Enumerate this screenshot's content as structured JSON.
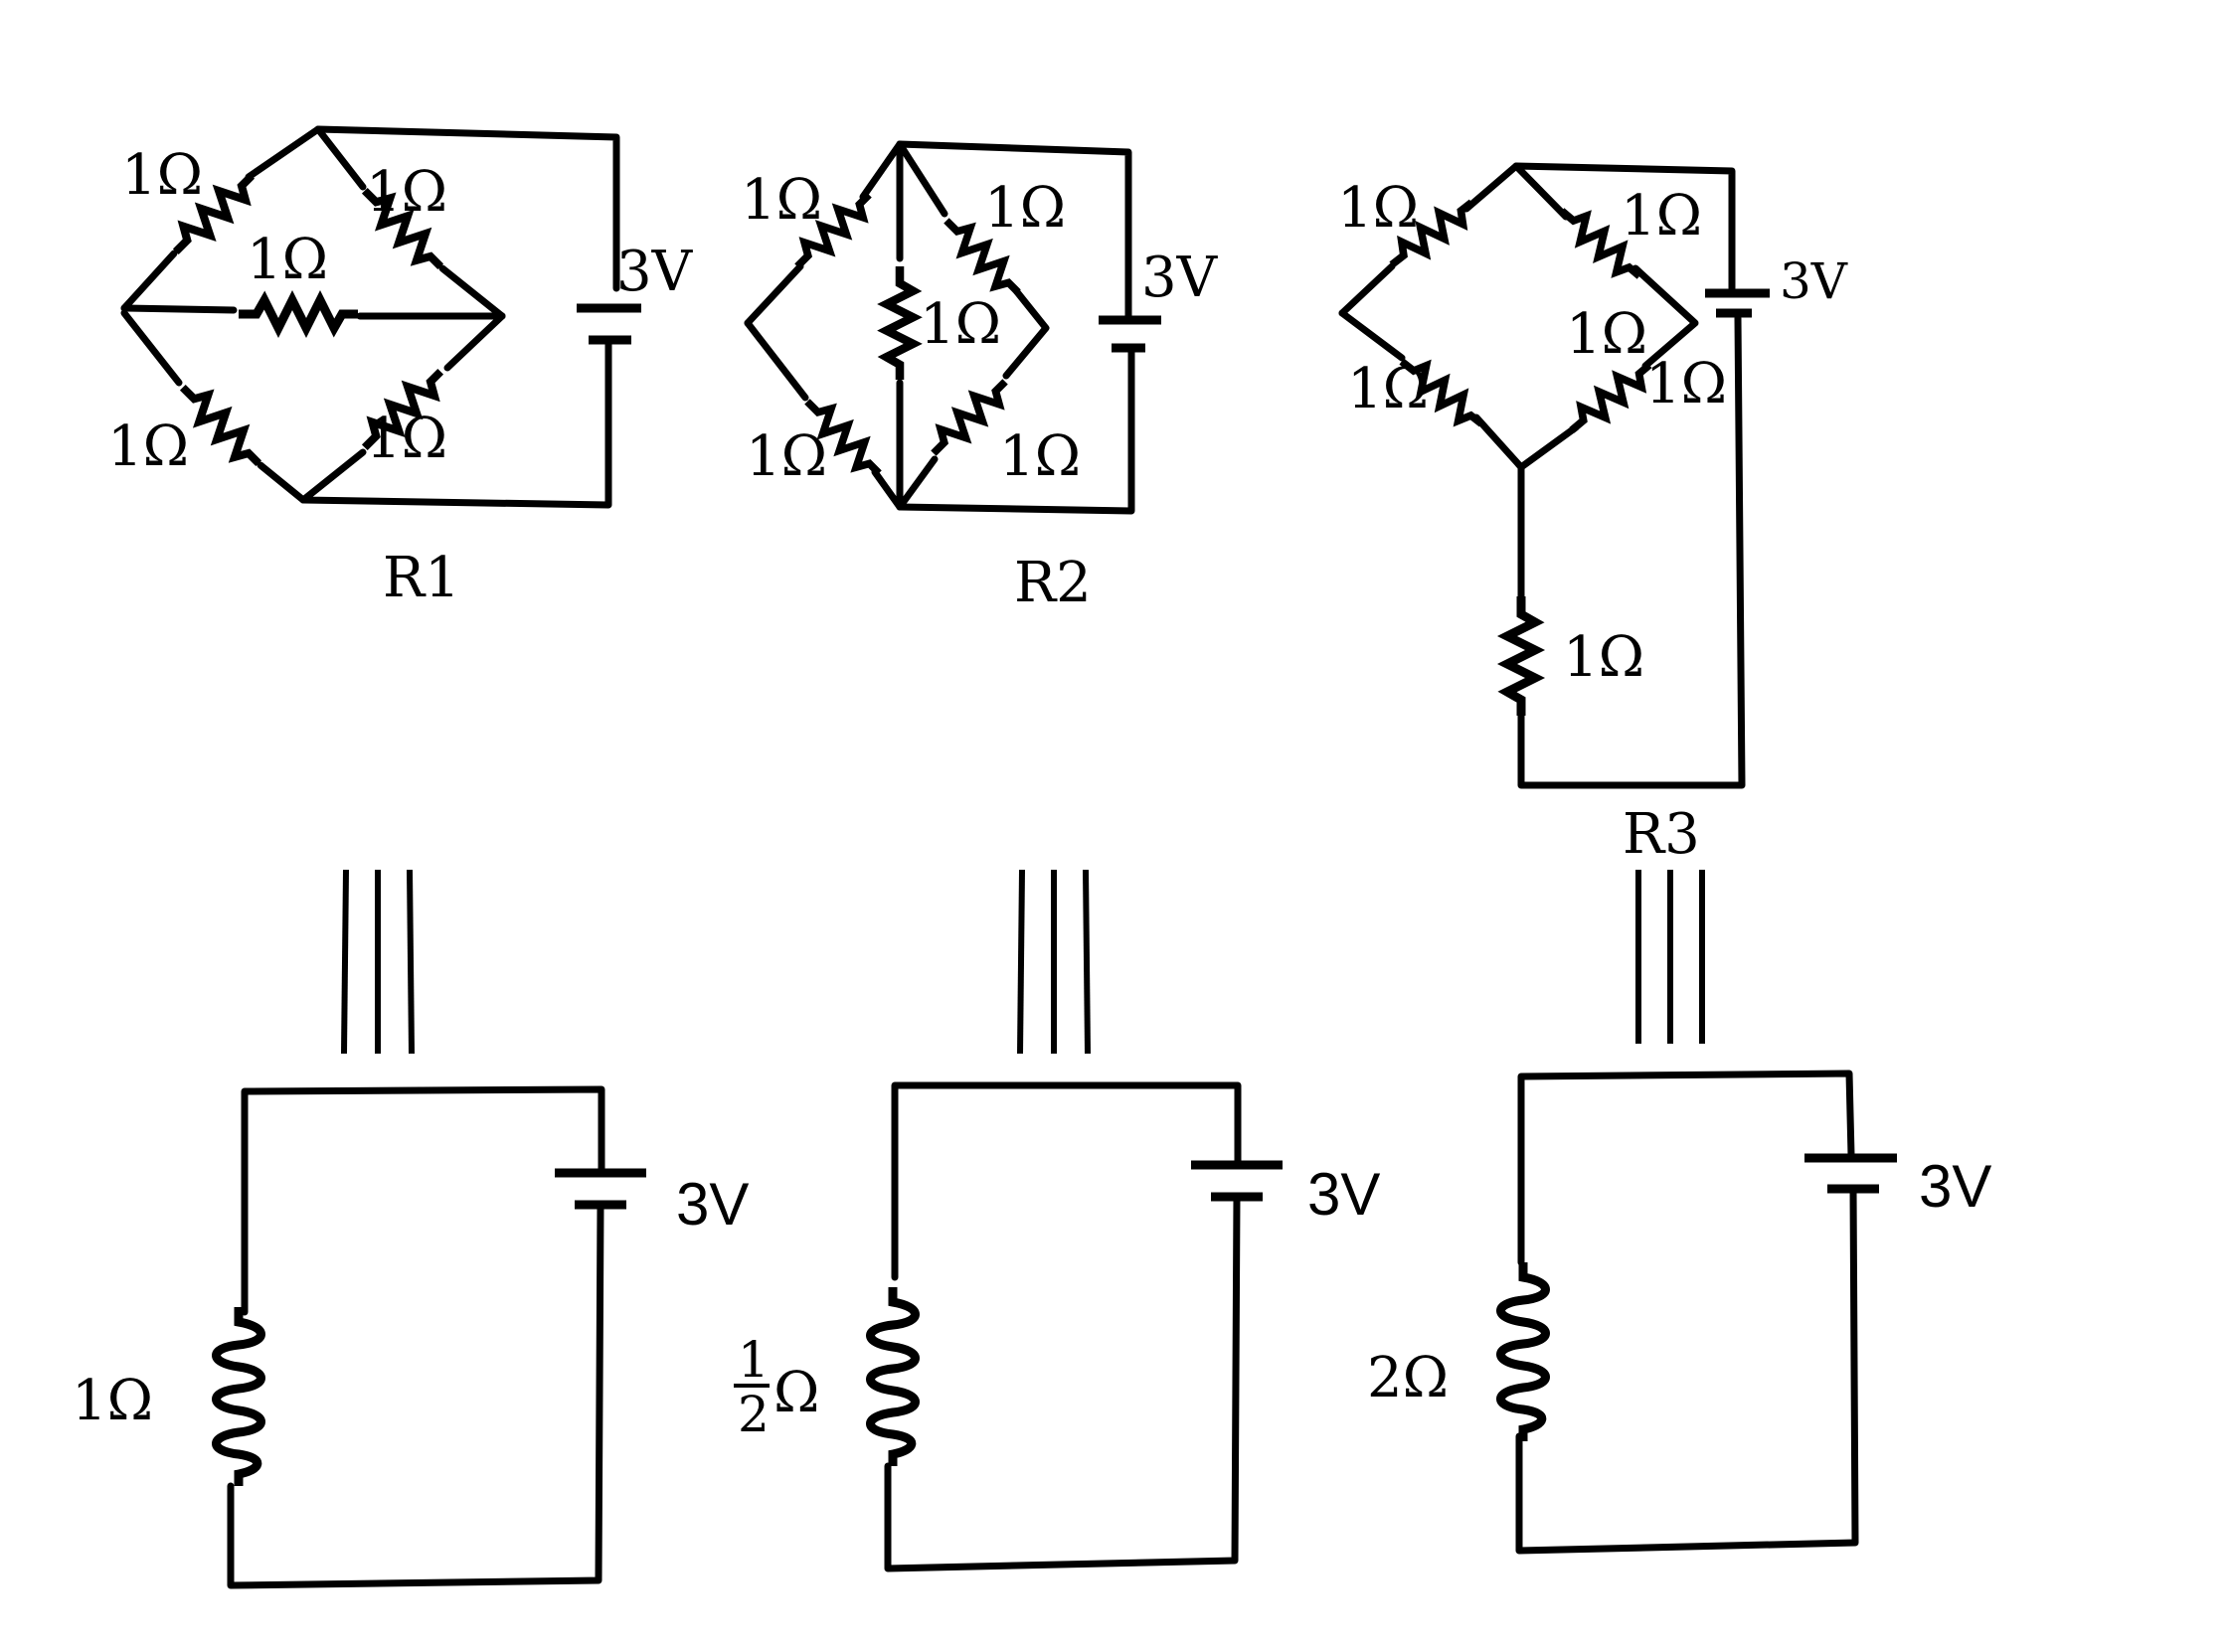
{
  "figure": {
    "circuits": [
      {
        "id": "R1",
        "name": "R1",
        "battery": "3V",
        "resistors": [
          "1Ω",
          "1Ω",
          "1Ω",
          "1Ω",
          "1Ω"
        ],
        "equivalent": {
          "resistance": "1Ω",
          "battery": "3V"
        }
      },
      {
        "id": "R2",
        "name": "R2",
        "battery": "3V",
        "resistors": [
          "1Ω",
          "1Ω",
          "1Ω",
          "1Ω",
          "1Ω"
        ],
        "equivalent": {
          "resistance_num": "1",
          "resistance_den": "2",
          "resistance_unit": "Ω",
          "battery": "3V"
        }
      },
      {
        "id": "R3",
        "name": "R3",
        "battery": "3V",
        "resistors": [
          "1Ω",
          "1Ω",
          "1Ω",
          "1Ω",
          "1Ω",
          "1Ω"
        ],
        "equivalent": {
          "resistance": "2Ω",
          "battery": "3V"
        }
      }
    ],
    "equivalence_symbol": "≡"
  }
}
